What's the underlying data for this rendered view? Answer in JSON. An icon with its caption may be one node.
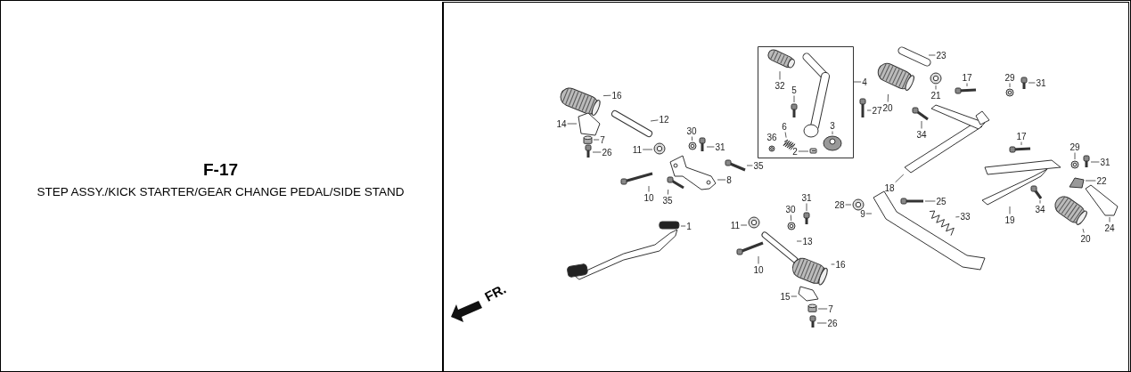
{
  "diagram": {
    "title": "F-17",
    "caption": "STEP ASSY./KICK STARTER/GEAR CHANGE PEDAL/SIDE STAND",
    "nodes": [
      {
        "text": [
          "16"
        ]
      },
      {
        "text": [
          "12"
        ]
      },
      {
        "text": [
          "14"
        ]
      },
      {
        "text": [
          "7"
        ]
      },
      {
        "text": [
          "26"
        ]
      },
      {
        "text": [
          "11"
        ]
      },
      {
        "text": [
          "30"
        ]
      },
      {
        "text": [
          "31"
        ]
      },
      {
        "text": [
          "35"
        ]
      },
      {
        "text": [
          "8"
        ]
      },
      {
        "text": [
          "10"
        ]
      },
      {
        "text": [
          "35"
        ]
      },
      {
        "text": [],
        "shape": "box"
      },
      {
        "text": [
          "32"
        ],
        "in": 12
      },
      {
        "text": [
          "5"
        ],
        "in": 12
      },
      {
        "text": [
          "6"
        ],
        "in": 12
      },
      {
        "text": [
          "3"
        ],
        "in": 12
      },
      {
        "text": [
          "2"
        ],
        "in": 12
      },
      {
        "text": [
          "4"
        ]
      },
      {
        "text": [
          "27"
        ]
      },
      {
        "text": [
          "23"
        ]
      },
      {
        "text": [
          "20"
        ]
      },
      {
        "text": [
          "21"
        ]
      },
      {
        "text": [
          "17"
        ]
      },
      {
        "text": [
          "29"
        ]
      },
      {
        "text": [
          "31"
        ]
      },
      {
        "text": [
          "34"
        ]
      },
      {
        "text": [
          "18"
        ]
      },
      {
        "text": [
          "17"
        ]
      },
      {
        "text": [
          "29"
        ]
      },
      {
        "text": [
          "31"
        ]
      },
      {
        "text": [
          "22"
        ]
      },
      {
        "text": [
          "19"
        ]
      },
      {
        "text": [
          "34"
        ]
      },
      {
        "text": [
          "24"
        ]
      },
      {
        "text": [
          "20"
        ]
      },
      {
        "text": [
          "28"
        ]
      },
      {
        "text": [
          "25"
        ]
      },
      {
        "text": [
          "33"
        ]
      },
      {
        "text": [
          "9"
        ]
      },
      {
        "text": [
          "11"
        ]
      },
      {
        "text": [
          "30"
        ]
      },
      {
        "text": [
          "31"
        ]
      },
      {
        "text": [
          "13"
        ]
      },
      {
        "text": [
          "10"
        ]
      },
      {
        "text": [
          "16"
        ]
      },
      {
        "text": [
          "15"
        ]
      },
      {
        "text": [
          "7"
        ]
      },
      {
        "text": [
          "26"
        ]
      },
      {
        "text": [
          "1"
        ]
      },
      {
        "text": [],
        "shape": "picture"
      },
      {
        "text": [],
        "shape": "picture"
      },
      {
        "text": [],
        "shape": "picture"
      },
      {
        "text": [],
        "shape": "cylinder"
      },
      {
        "text": [],
        "shape": "picture"
      },
      {
        "text": [],
        "shape": "picture"
      },
      {
        "text": [],
        "shape": "picture"
      },
      {
        "text": [],
        "shape": "picture"
      },
      {
        "text": [],
        "shape": "picture"
      },
      {
        "text": [],
        "shape": "picture"
      },
      {
        "text": [],
        "shape": "picture"
      },
      {
        "text": [],
        "shape": "picture"
      },
      {
        "text": [],
        "shape": "picture",
        "in": 12
      },
      {
        "text": [],
        "shape": "picture",
        "in": 12
      },
      {
        "text": [],
        "shape": "picture",
        "in": 12
      },
      {
        "text": [],
        "shape": "picture",
        "in": 12
      },
      {
        "text": [],
        "shape": "picture",
        "in": 12
      },
      {
        "text": [],
        "shape": "picture"
      },
      {
        "text": [],
        "shape": "picture"
      },
      {
        "text": [],
        "shape": "picture"
      },
      {
        "text": [],
        "shape": "picture"
      },
      {
        "text": [],
        "shape": "picture"
      },
      {
        "text": [],
        "shape": "picture"
      },
      {
        "text": [],
        "shape": "picture"
      },
      {
        "text": [],
        "shape": "picture"
      },
      {
        "text": [],
        "shape": "picture"
      },
      {
        "text": [],
        "shape": "picture"
      },
      {
        "text": [],
        "shape": "picture"
      },
      {
        "text": [],
        "shape": "picture"
      },
      {
        "text": [],
        "shape": "picture"
      },
      {
        "text": [],
        "shape": "picture"
      },
      {
        "text": [],
        "shape": "picture"
      },
      {
        "text": [],
        "shape": "picture"
      },
      {
        "text": [],
        "shape": "picture"
      },
      {
        "text": [],
        "shape": "picture"
      },
      {
        "text": [],
        "shape": "picture"
      },
      {
        "text": [],
        "shape": "picture"
      },
      {
        "text": [],
        "shape": "picture"
      },
      {
        "text": [],
        "shape": "picture"
      },
      {
        "text": [],
        "shape": "picture"
      },
      {
        "text": [],
        "shape": "picture"
      },
      {
        "text": [],
        "shape": "picture"
      },
      {
        "text": [],
        "shape": "picture"
      },
      {
        "text": [],
        "shape": "picture"
      },
      {
        "text": [],
        "shape": "picture"
      },
      {
        "text": [],
        "shape": "cylinder"
      },
      {
        "text": [],
        "shape": "picture"
      },
      {
        "text": [],
        "shape": "picture"
      }
    ],
    "edges": [
      {
        "from": 0,
        "to": 50,
        "arrow": "none"
      },
      {
        "from": 1,
        "to": 51,
        "arrow": "none"
      },
      {
        "from": 2,
        "to": 52,
        "arrow": "none"
      },
      {
        "from": 3,
        "to": 53,
        "arrow": "none"
      },
      {
        "from": 4,
        "to": 54,
        "arrow": "none"
      },
      {
        "from": 5,
        "to": 55,
        "arrow": "none"
      },
      {
        "from": 6,
        "to": 56,
        "arrow": "none"
      },
      {
        "from": 7,
        "to": 57,
        "arrow": "none"
      },
      {
        "from": 8,
        "to": 58,
        "arrow": "none"
      },
      {
        "from": 9,
        "to": 59,
        "arrow": "none"
      },
      {
        "from": 10,
        "to": 60,
        "arrow": "none"
      },
      {
        "from": 11,
        "to": 61,
        "arrow": "none"
      },
      {
        "from": 13,
        "to": 62,
        "arrow": "none"
      },
      {
        "from": 14,
        "to": 63,
        "arrow": "none"
      },
      {
        "from": 15,
        "to": 64,
        "arrow": "none"
      },
      {
        "from": 16,
        "to": 65,
        "arrow": "none"
      },
      {
        "from": 17,
        "to": 66,
        "arrow": "none"
      },
      {
        "from": 18,
        "to": 12,
        "arrow": "none"
      },
      {
        "from": 19,
        "to": 67,
        "arrow": "none"
      },
      {
        "from": 20,
        "to": 68,
        "arrow": "none"
      },
      {
        "from": 21,
        "to": 69,
        "arrow": "none"
      },
      {
        "from": 22,
        "to": 70,
        "arrow": "none"
      },
      {
        "from": 23,
        "to": 71,
        "arrow": "none"
      },
      {
        "from": 24,
        "to": 72,
        "arrow": "none"
      },
      {
        "from": 25,
        "to": 73,
        "arrow": "none"
      },
      {
        "from": 26,
        "to": 74,
        "arrow": "none"
      },
      {
        "from": 27,
        "to": 75,
        "arrow": "none"
      },
      {
        "from": 28,
        "to": 76,
        "arrow": "none"
      },
      {
        "from": 29,
        "to": 77,
        "arrow": "none"
      },
      {
        "from": 30,
        "to": 78,
        "arrow": "none"
      },
      {
        "from": 31,
        "to": 79,
        "arrow": "none"
      },
      {
        "from": 32,
        "to": 80,
        "arrow": "none"
      },
      {
        "from": 33,
        "to": 81,
        "arrow": "none"
      },
      {
        "from": 34,
        "to": 82,
        "arrow": "none"
      },
      {
        "from": 35,
        "to": 83,
        "arrow": "none"
      },
      {
        "from": 36,
        "to": 84,
        "arrow": "none"
      },
      {
        "from": 37,
        "to": 85,
        "arrow": "none"
      },
      {
        "from": 38,
        "to": 86,
        "arrow": "none"
      },
      {
        "from": 39,
        "to": 87,
        "arrow": "none"
      },
      {
        "from": 40,
        "to": 88,
        "arrow": "none"
      },
      {
        "from": 41,
        "to": 89,
        "arrow": "none"
      },
      {
        "from": 42,
        "to": 90,
        "arrow": "none"
      },
      {
        "from": 43,
        "to": 91,
        "arrow": "none"
      },
      {
        "from": 44,
        "to": 92,
        "arrow": "none"
      },
      {
        "from": 45,
        "to": 93,
        "arrow": "none"
      },
      {
        "from": 46,
        "to": 94,
        "arrow": "none"
      },
      {
        "from": 47,
        "to": 95,
        "arrow": "none"
      },
      {
        "from": 48,
        "to": 96,
        "arrow": "none"
      },
      {
        "from": 49,
        "to": 97,
        "arrow": "none"
      }
    ],
    "labels": [
      "36",
      "FR."
    ]
  }
}
